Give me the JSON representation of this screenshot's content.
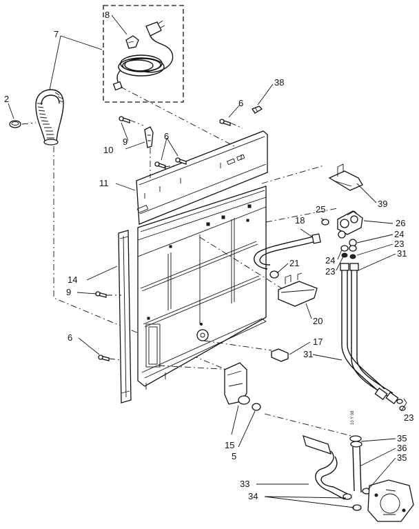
{
  "diagram": {
    "stamp": "10 Y 08",
    "callouts": [
      {
        "id": "c2",
        "text": "2"
      },
      {
        "id": "c7",
        "text": "7"
      },
      {
        "id": "c8",
        "text": "8"
      },
      {
        "id": "c38",
        "text": "38"
      },
      {
        "id": "c6a",
        "text": "6"
      },
      {
        "id": "c9a",
        "text": "9"
      },
      {
        "id": "c10",
        "text": "10"
      },
      {
        "id": "c6b",
        "text": "6"
      },
      {
        "id": "c11",
        "text": "11"
      },
      {
        "id": "c39",
        "text": "39"
      },
      {
        "id": "c25",
        "text": "25"
      },
      {
        "id": "c18",
        "text": "18"
      },
      {
        "id": "c26",
        "text": "26"
      },
      {
        "id": "c24a",
        "text": "24"
      },
      {
        "id": "c23a",
        "text": "23"
      },
      {
        "id": "c24b",
        "text": "24"
      },
      {
        "id": "c23b",
        "text": "23"
      },
      {
        "id": "c31a",
        "text": "31"
      },
      {
        "id": "c21",
        "text": "21"
      },
      {
        "id": "c14",
        "text": "14"
      },
      {
        "id": "c9b",
        "text": "9"
      },
      {
        "id": "c20",
        "text": "20"
      },
      {
        "id": "c6c",
        "text": "6"
      },
      {
        "id": "c17",
        "text": "17"
      },
      {
        "id": "c31b",
        "text": "31"
      },
      {
        "id": "c23c",
        "text": "23"
      },
      {
        "id": "c15",
        "text": "15"
      },
      {
        "id": "c5",
        "text": "5"
      },
      {
        "id": "c35a",
        "text": "35"
      },
      {
        "id": "c36",
        "text": "36"
      },
      {
        "id": "c35b",
        "text": "35"
      },
      {
        "id": "c33",
        "text": "33"
      },
      {
        "id": "c34",
        "text": "34"
      }
    ]
  }
}
